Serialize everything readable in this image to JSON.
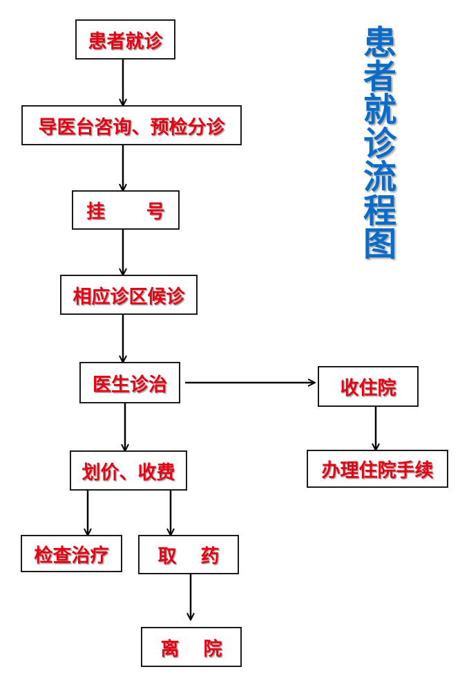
{
  "title": "患者就诊流程图",
  "colors": {
    "node_text": "#e60012",
    "title": "#0a6cc8",
    "line": "#000000"
  },
  "nodes": {
    "visit": "患者就诊",
    "guide": "导医台咨询、预检分诊",
    "register": "挂号",
    "wait": "相应诊区候诊",
    "treat": "医生诊治",
    "admit": "收住院",
    "admit_proc": "办理住院手续",
    "pay": "划价、收费",
    "exam": "检查治疗",
    "medicine": "取药",
    "leave": "离院"
  }
}
